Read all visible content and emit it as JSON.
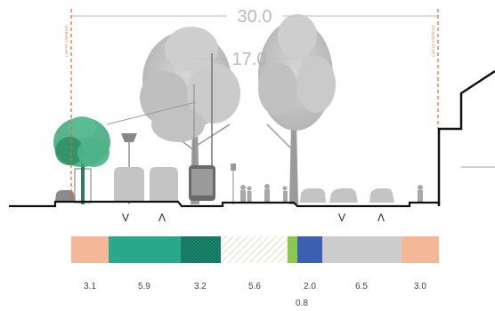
{
  "dimensions": {
    "total": "30.0",
    "inner": "17.0"
  },
  "limit_label": "LIMITE EMPRISE",
  "direction_arrows": [
    "V",
    "Λ",
    "V",
    "Λ"
  ],
  "bands": [
    {
      "label": "3.1",
      "color": "#f4b899",
      "pattern": "solid"
    },
    {
      "label": "5.9",
      "color": "#2aa88a",
      "pattern": "solid"
    },
    {
      "label": "3.2",
      "color": "#1e8c74",
      "pattern": "crosshatch"
    },
    {
      "label": "5.6",
      "color": "#e6e0d0",
      "pattern": "diagonal"
    },
    {
      "label": "0.8",
      "color": "#8cc84b",
      "pattern": "solid"
    },
    {
      "label": "2.0",
      "color": "#3c5fb4",
      "pattern": "solid"
    },
    {
      "label": "6.5",
      "color": "#cccccc",
      "pattern": "solid"
    },
    {
      "label": "3.0",
      "color": "#f4b899",
      "pattern": "solid"
    }
  ],
  "colors": {
    "ground": "#111111",
    "limit_line": "#e8622c",
    "tree_grey": "#bdbdbd",
    "tree_green": "#3aa57a",
    "vehicle": "#c4c4c4",
    "dimension": "#c8c8c8"
  },
  "icons": {
    "tree": "tree-icon",
    "car": "car-icon",
    "bus": "bus-icon",
    "pedestrian": "pedestrian-icon",
    "lamp": "street-lamp-icon",
    "building": "building-icon"
  }
}
